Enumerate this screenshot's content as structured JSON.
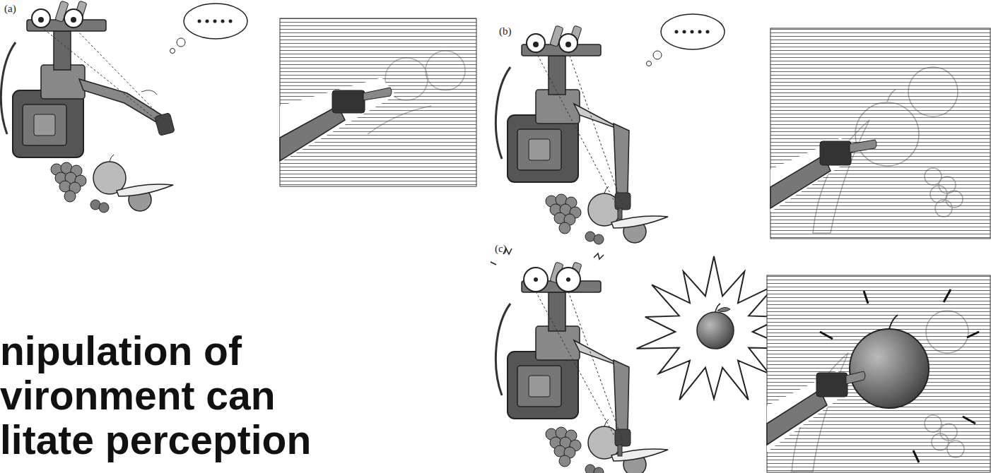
{
  "diagram": {
    "labels": [
      "(a)",
      "(b)",
      "(c)",
      "nipulation of vironment can litate perception"
    ]
  }
}
